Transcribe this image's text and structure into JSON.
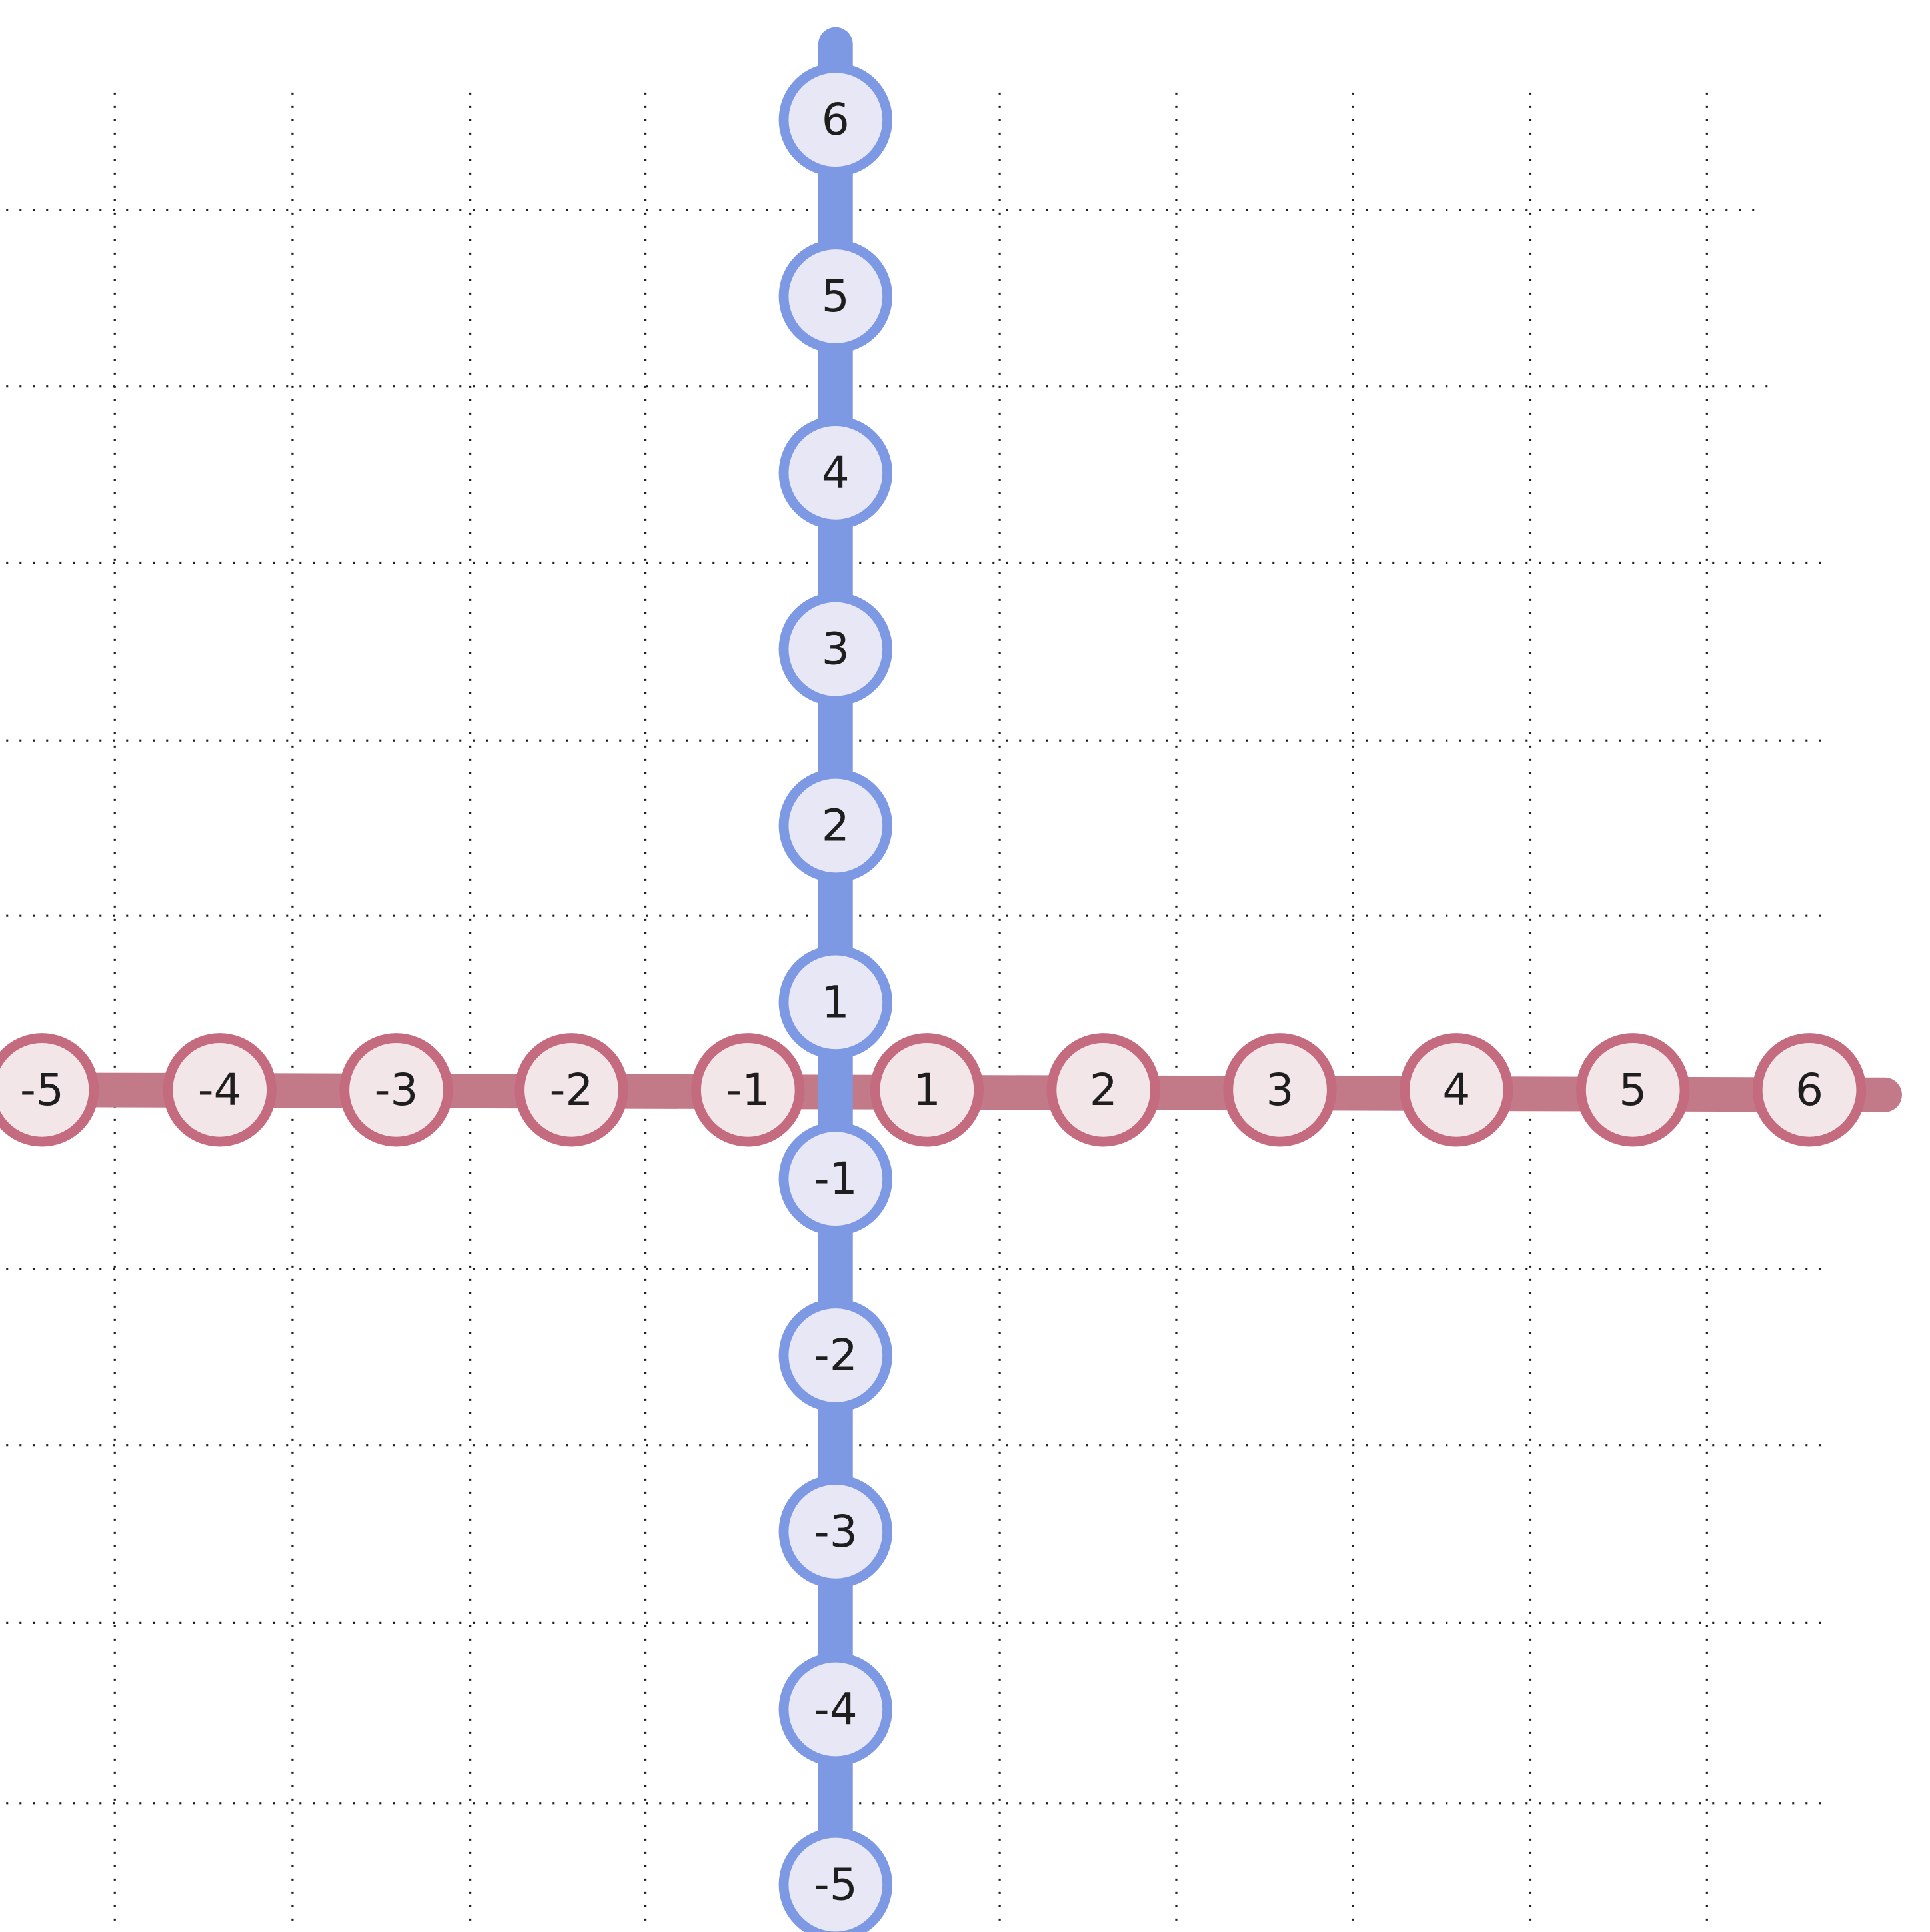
{
  "diagram": {
    "x_axis": {
      "labels": [
        "-5",
        "-4",
        "-3",
        "-2",
        "-1",
        "1",
        "2",
        "3",
        "4",
        "5",
        "6"
      ],
      "line_color": "#c37a88",
      "node_stroke": "#c46b80",
      "node_fill": "#f3e6e9"
    },
    "y_axis": {
      "labels": [
        "6",
        "5",
        "4",
        "3",
        "2",
        "1",
        "-1",
        "-2",
        "-3",
        "-4",
        "-5"
      ],
      "line_color": "#7e99e4",
      "node_stroke": "#7e99e4",
      "node_fill": "#e7e7f5"
    },
    "grid": {
      "style": "dotted",
      "color": "#1e1e1e"
    },
    "background": "#ffffff"
  }
}
